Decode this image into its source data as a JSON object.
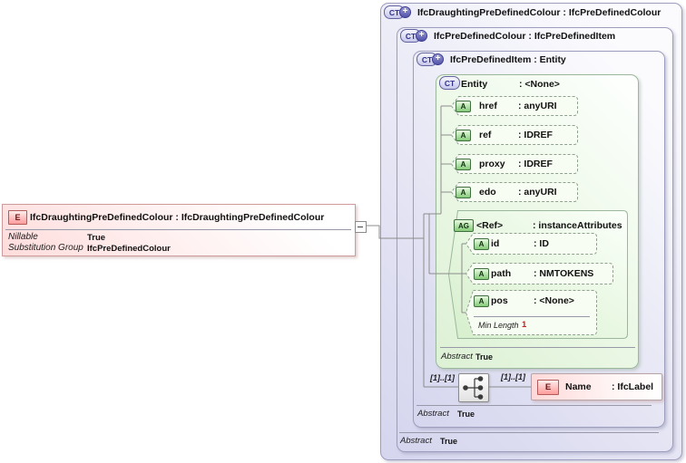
{
  "icons": {
    "complex_type": "CT",
    "plus": "+",
    "attribute": "A",
    "attribute_group": "AG",
    "element": "E"
  },
  "element_box": {
    "title": "IfcDraughtingPreDefinedColour : IfcDraughtingPreDefinedColour",
    "properties": [
      {
        "label": "Nillable",
        "value": "True"
      },
      {
        "label": "Substitution Group",
        "value": "IfcPreDefinedColour"
      }
    ]
  },
  "complex_types": {
    "outer": {
      "title": "IfcDraughtingPreDefinedColour : IfcPreDefinedColour"
    },
    "middle": {
      "title": "IfcPreDefinedColour : IfcPreDefinedItem",
      "footer": {
        "label": "Abstract",
        "value": "True"
      }
    },
    "inner": {
      "title": "IfcPreDefinedItem : Entity",
      "footer": {
        "label": "Abstract",
        "value": "True"
      }
    }
  },
  "entity": {
    "name": "Entity",
    "type": ": <None>",
    "footer": {
      "label": "Abstract",
      "value": "True"
    },
    "attributes": [
      {
        "name": "href",
        "type": ": anyURI"
      },
      {
        "name": "ref",
        "type": ": IDREF"
      },
      {
        "name": "proxy",
        "type": ": IDREF"
      },
      {
        "name": "edo",
        "type": ": anyURI"
      }
    ],
    "attribute_group": {
      "name": "<Ref>",
      "type": ": instanceAttributes",
      "attributes": [
        {
          "name": "id",
          "type": ": ID"
        },
        {
          "name": "path",
          "type": ": NMTOKENS"
        },
        {
          "name": "pos",
          "type": ": <None>",
          "facet": {
            "label": "Min Length",
            "value": "1"
          }
        }
      ]
    }
  },
  "content_model": {
    "left_cardinality": "[1]..[1]",
    "right_cardinality": "[1]..[1]",
    "element": {
      "name": "Name",
      "type": ": IfcLabel"
    }
  },
  "colors": {
    "complex_type_fill": "#dcdcf2",
    "complex_type_border": "#9d9dbd",
    "entity_fill": "#e8f8e2",
    "entity_border": "#9cb89c",
    "element_fill": "#ffe2e2",
    "element_border": "#cf9a9a",
    "attribute_icon_green": "#84ca78",
    "facet_value": "#c42222",
    "connector": "#8c8c8c"
  }
}
